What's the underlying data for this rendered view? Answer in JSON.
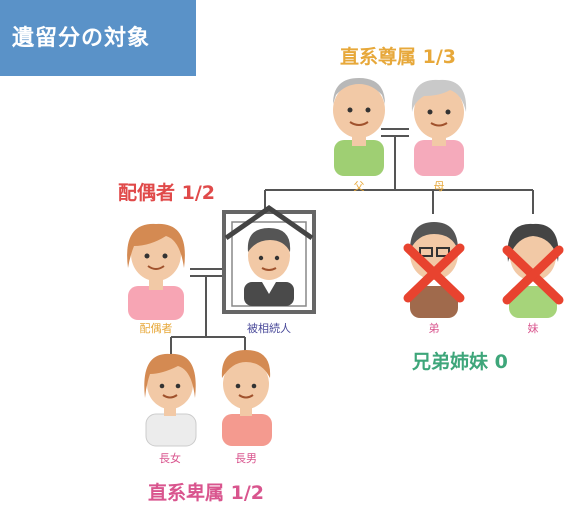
{
  "title": "遺留分の対象",
  "groups": {
    "ascendants": "直系尊属 1/3",
    "spouse": "配偶者 1/2",
    "siblings": "兄弟姉妹 0",
    "descendants": "直系卑属 1/2"
  },
  "people": {
    "father": "父",
    "mother": "母",
    "spouse": "配偶者",
    "deceased": "被相続人",
    "brother": "弟",
    "sister": "妹",
    "daughter": "長女",
    "son": "長男"
  },
  "colors": {
    "title_bg": "#5a92c8",
    "ascendants": "#e7a83a",
    "spouse": "#e04a4a",
    "siblings": "#3ea67a",
    "descendants": "#d9558e",
    "cross": "#e8432f"
  }
}
